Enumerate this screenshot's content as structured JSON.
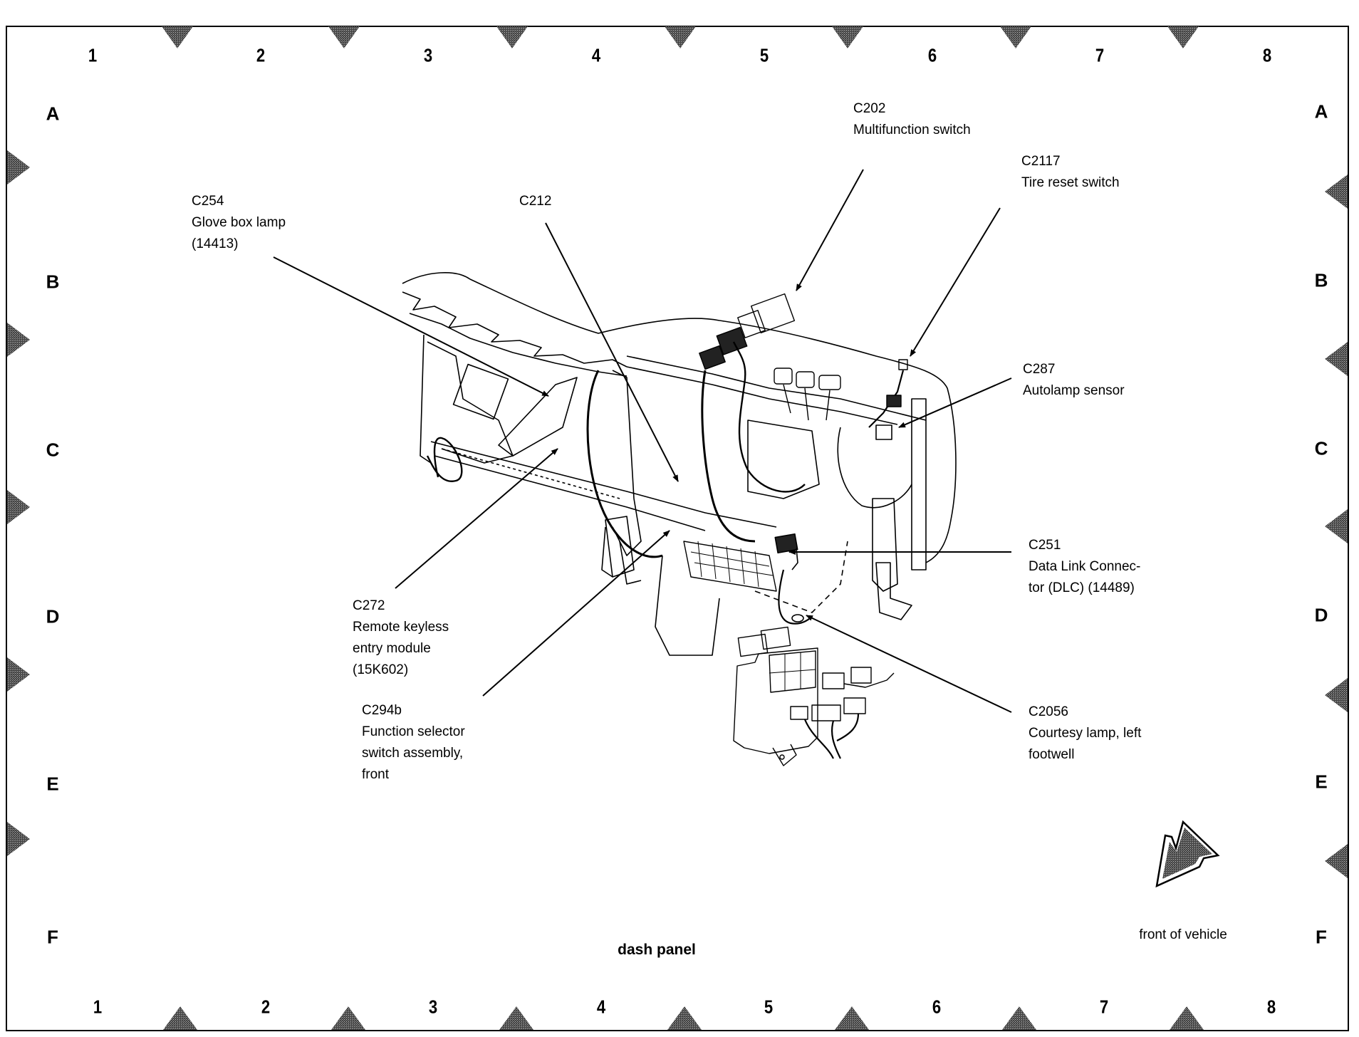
{
  "diagram": {
    "title": "dash panel",
    "orientation_label": "front of vehicle",
    "orientation_icon": "front-direction-arrow-icon"
  },
  "grid": {
    "columns": [
      "1",
      "2",
      "3",
      "4",
      "5",
      "6",
      "7",
      "8"
    ],
    "rows": [
      "A",
      "B",
      "C",
      "D",
      "E",
      "F"
    ]
  },
  "callouts": [
    {
      "id": "c202",
      "code": "C202",
      "lines": [
        "Multifunction switch"
      ]
    },
    {
      "id": "c2117",
      "code": "C2117",
      "lines": [
        "Tire reset switch"
      ]
    },
    {
      "id": "c254",
      "code": "C254",
      "lines": [
        "Glove box lamp",
        "(14413)"
      ]
    },
    {
      "id": "c212",
      "code": "C212",
      "lines": []
    },
    {
      "id": "c287",
      "code": "C287",
      "lines": [
        "Autolamp sensor"
      ]
    },
    {
      "id": "c251",
      "code": "C251",
      "lines": [
        "Data Link Connec-",
        "tor (DLC) (14489)"
      ]
    },
    {
      "id": "c272",
      "code": "C272",
      "lines": [
        "Remote keyless",
        "entry module",
        "(15K602)"
      ]
    },
    {
      "id": "c294b",
      "code": "C294b",
      "lines": [
        "Function selector",
        "switch assembly,",
        "front"
      ]
    },
    {
      "id": "c2056",
      "code": "C2056",
      "lines": [
        "Courtesy lamp, left",
        "footwell"
      ]
    }
  ],
  "colors": {
    "ink": "#000000",
    "marker": "#555555",
    "paper": "#ffffff"
  }
}
